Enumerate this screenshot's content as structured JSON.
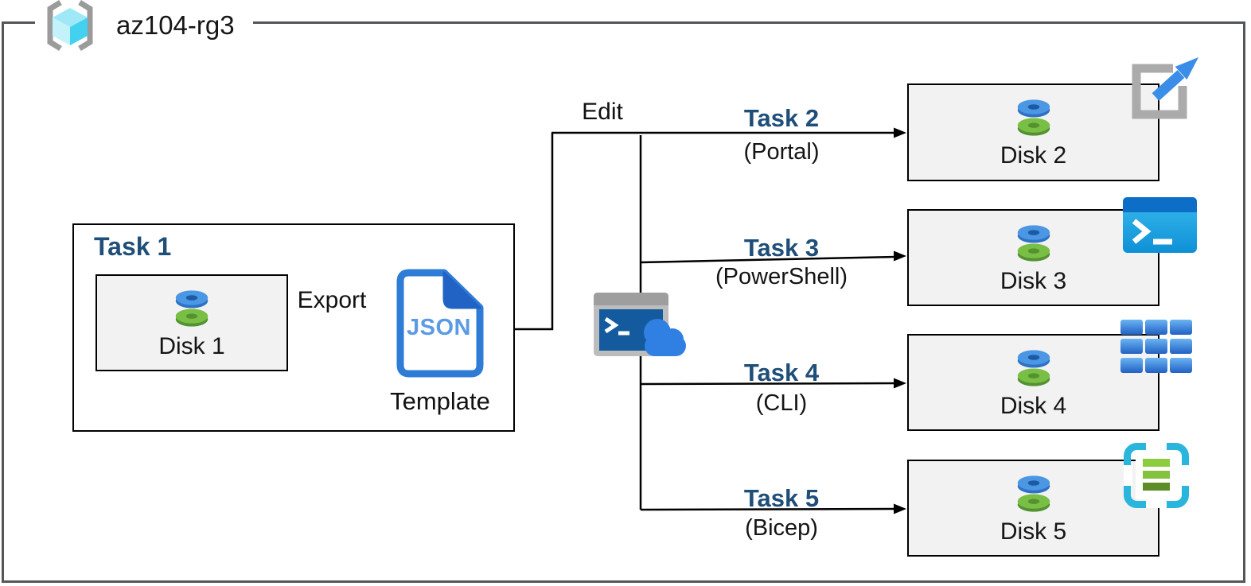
{
  "diagram": {
    "resource_group": {
      "name": "az104-rg3"
    },
    "task1": {
      "title": "Task 1",
      "disk": "Disk 1",
      "export_label": "Export",
      "json_label": "JSON",
      "template_label": "Template"
    },
    "edit_label": "Edit",
    "branches": [
      {
        "task": "Task 2",
        "method": "(Portal)",
        "disk": "Disk 2",
        "icon": "portal-launch-icon"
      },
      {
        "task": "Task 3",
        "method": "(PowerShell)",
        "disk": "Disk 3",
        "icon": "powershell-icon"
      },
      {
        "task": "Task 4",
        "method": "(CLI)",
        "disk": "Disk 4",
        "icon": "cli-grid-icon"
      },
      {
        "task": "Task 5",
        "method": "(Bicep)",
        "disk": "Disk 5",
        "icon": "bicep-icon"
      }
    ],
    "colors": {
      "task_title_blue": "#1f4e79",
      "box_fill_gray": "#f2f2f2",
      "outer_border_gray": "#55565a",
      "json_doc_blue": "#2e7cd6",
      "json_text_blue": "#5b9be4",
      "disk_blue": "#4b97e4",
      "disk_green": "#7abf45",
      "line_black": "#000000"
    }
  }
}
